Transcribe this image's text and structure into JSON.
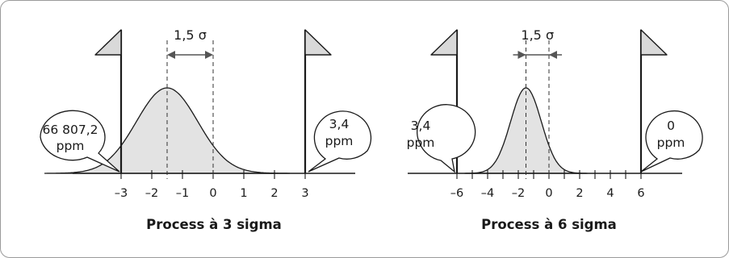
{
  "panels": [
    {
      "caption": "Process à 3 sigma",
      "shift_label": "1,5 σ",
      "left_bubble": [
        "66 807,2",
        "ppm"
      ],
      "right_bubble": [
        "3,4",
        "ppm"
      ],
      "ticks": [
        -3,
        -2,
        -1,
        0,
        1,
        2,
        3
      ],
      "tick_labels": [
        "–3",
        "–2",
        "–1",
        "0",
        "1",
        "2",
        "3"
      ],
      "spec_limits": [
        -3,
        3
      ],
      "mean": -1.5,
      "target": 0,
      "shift_sigma": 1.5,
      "curve_sigma": 1
    },
    {
      "caption": "Process à 6 sigma",
      "shift_label": "1,5 σ",
      "left_bubble": [
        "3,4",
        "ppm"
      ],
      "right_bubble": [
        "0",
        "ppm"
      ],
      "ticks": [
        -6,
        -5,
        -4,
        -3,
        -2,
        -1,
        0,
        1,
        2,
        3,
        4,
        5,
        6
      ],
      "tick_labels": [
        "–6",
        "–4",
        "–2",
        "0",
        "2",
        "4",
        "6"
      ],
      "tick_label_values": [
        -6,
        -4,
        -2,
        0,
        2,
        4,
        6
      ],
      "spec_limits": [
        -6,
        6
      ],
      "mean": -1.5,
      "target": 0,
      "shift_sigma": 1.5,
      "curve_sigma": 1
    }
  ]
}
